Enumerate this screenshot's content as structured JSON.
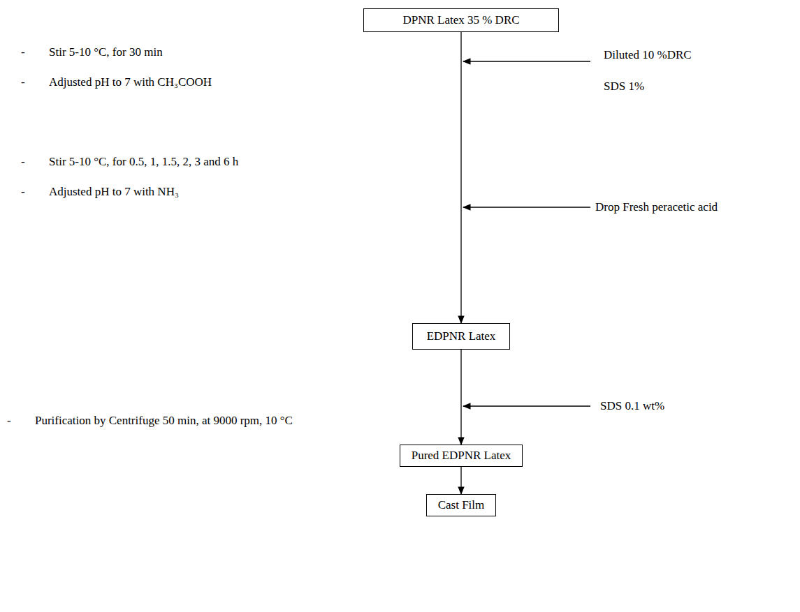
{
  "diagram": {
    "nodes": [
      {
        "text": [
          "DPNR Latex 35 % DRC"
        ]
      },
      {
        "text": [
          "EDPNR Latex"
        ]
      },
      {
        "text": [
          "Pured EDPNR Latex"
        ]
      },
      {
        "text": [
          "Cast Film"
        ]
      }
    ],
    "edges": [
      {
        "from": 0,
        "to": 1,
        "arrow": "to"
      },
      {
        "from": 1,
        "to": 2,
        "arrow": "to"
      },
      {
        "from": 2,
        "to": 3,
        "arrow": "to"
      }
    ],
    "labels": [
      "-",
      "Stir 5-10 °C, for 30 min",
      "-",
      "Adjusted pH to 7 with CH₃COOH",
      "-",
      "Stir 5-10 °C, for 0.5, 1, 1.5, 2, 3 and 6 h",
      "-",
      "Adjusted pH to 7 with NH₃",
      "-",
      "Purification by Centrifuge 50 min, at 9000 rpm, 10 °C",
      "Diluted 10 %DRC",
      "SDS 1%",
      "Drop Fresh peracetic acid",
      "SDS 0.1 wt%"
    ]
  }
}
